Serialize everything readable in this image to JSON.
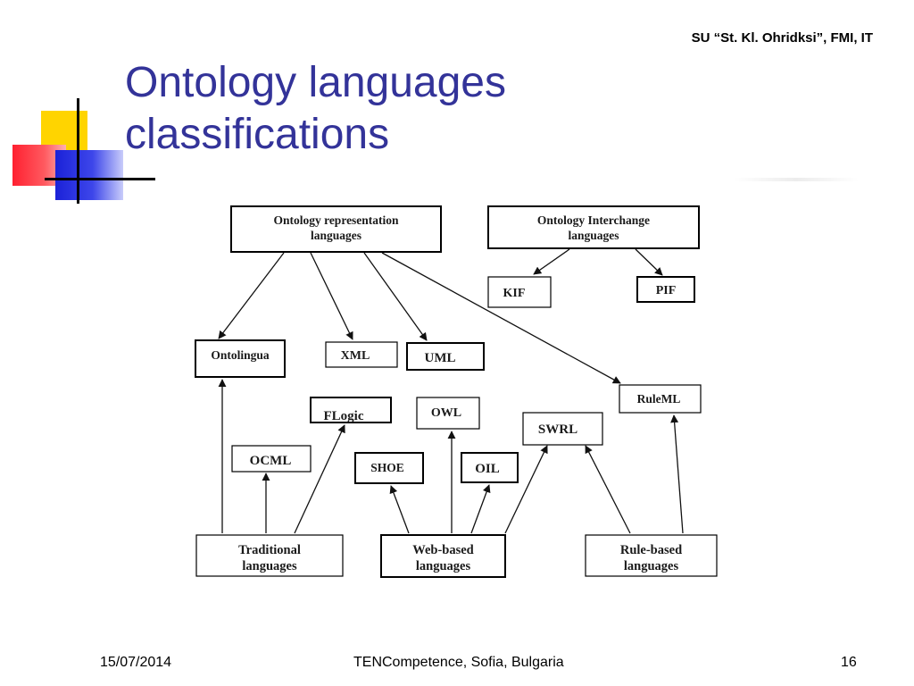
{
  "header": {
    "credit": "SU “St. Kl. Ohridksi”, FMI, IT"
  },
  "title": {
    "line1": "Ontology languages",
    "line2": "classifications"
  },
  "diagram": {
    "nodes": {
      "ontology_representation": {
        "line1": "Ontology representation",
        "line2": "languages"
      },
      "ontology_interchange": {
        "line1": "Ontology Interchange",
        "line2": "languages"
      },
      "kif": "KIF",
      "pif": "PIF",
      "ontolingua": "Ontolingua",
      "xml": "XML",
      "uml": "UML",
      "ruleml": "RuleML",
      "flogic": "FLogic",
      "owl": "OWL",
      "swrl": "SWRL",
      "ocml": "OCML",
      "shoe": "SHOE",
      "oil": "OIL",
      "traditional": {
        "line1": "Traditional",
        "line2": "languages"
      },
      "web_based": {
        "line1": "Web-based",
        "line2": "languages"
      },
      "rule_based": {
        "line1": "Rule-based",
        "line2": "languages"
      }
    }
  },
  "footer": {
    "date": "15/07/2014",
    "event": "TENCompetence, Sofia, Bulgaria",
    "page": "16"
  }
}
